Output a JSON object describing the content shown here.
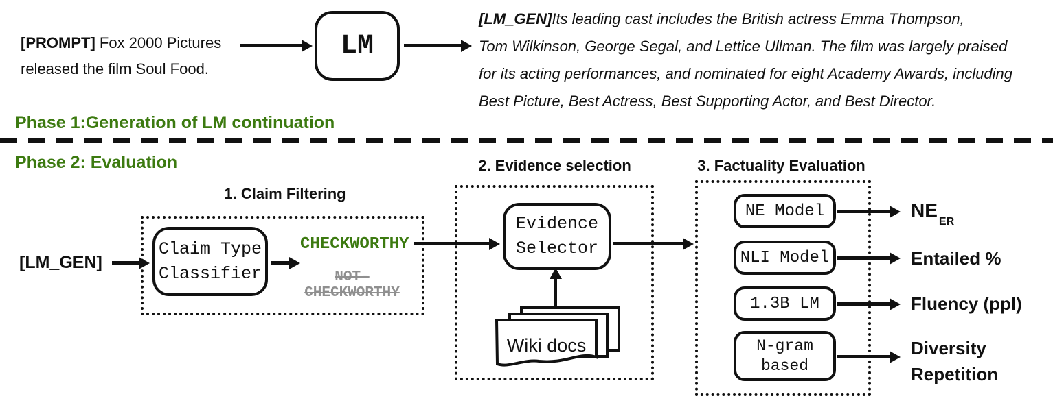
{
  "colors": {
    "accent_green": "#3c7a10",
    "muted_gray": "#8f8f8f",
    "ink": "#111111"
  },
  "phase1": {
    "heading": "Phase 1:Generation of LM continuation",
    "prompt": {
      "label": "[PROMPT]",
      "line1": "Fox 2000 Pictures",
      "line2": "released the film Soul Food."
    },
    "lm_box": "LM",
    "lm_gen": {
      "label": "[LM_GEN]",
      "lines": [
        "Its leading cast includes the British actress Emma Thompson,",
        "Tom Wilkinson, George Segal, and Lettice Ullman. The film was largely praised",
        "for its acting performances, and nominated for eight Academy Awards, including",
        "Best Picture, Best Actress, Best Supporting Actor, and Best Director."
      ]
    }
  },
  "phase2": {
    "heading": "Phase 2: Evaluation",
    "claim_filtering": {
      "heading": "1. Claim Filtering",
      "input_label": "[LM_GEN]",
      "classifier": {
        "line1": "Claim Type",
        "line2": "Classifier"
      },
      "checkworthy": "CHECKWORTHY",
      "not_checkworthy": {
        "line1": "NOT-",
        "line2": "CHECKWORTHY"
      }
    },
    "evidence_selection": {
      "heading": "2. Evidence selection",
      "selector": {
        "line1": "Evidence",
        "line2": "Selector"
      },
      "wiki_docs": "Wiki docs"
    },
    "factuality_evaluation": {
      "heading": "3. Factuality Evaluation",
      "ne_box": "NE Model",
      "ne_metric": "NE",
      "ne_metric_sub": "ER",
      "nli_box": "NLI Model",
      "nli_metric": "Entailed %",
      "lm13b_box": "1.3B LM",
      "lm13b_metric": "Fluency (ppl)",
      "ngram_box": {
        "line1": "N-gram",
        "line2": "based"
      },
      "ngram_metric": {
        "line1": "Diversity",
        "line2": "Repetition"
      }
    }
  }
}
